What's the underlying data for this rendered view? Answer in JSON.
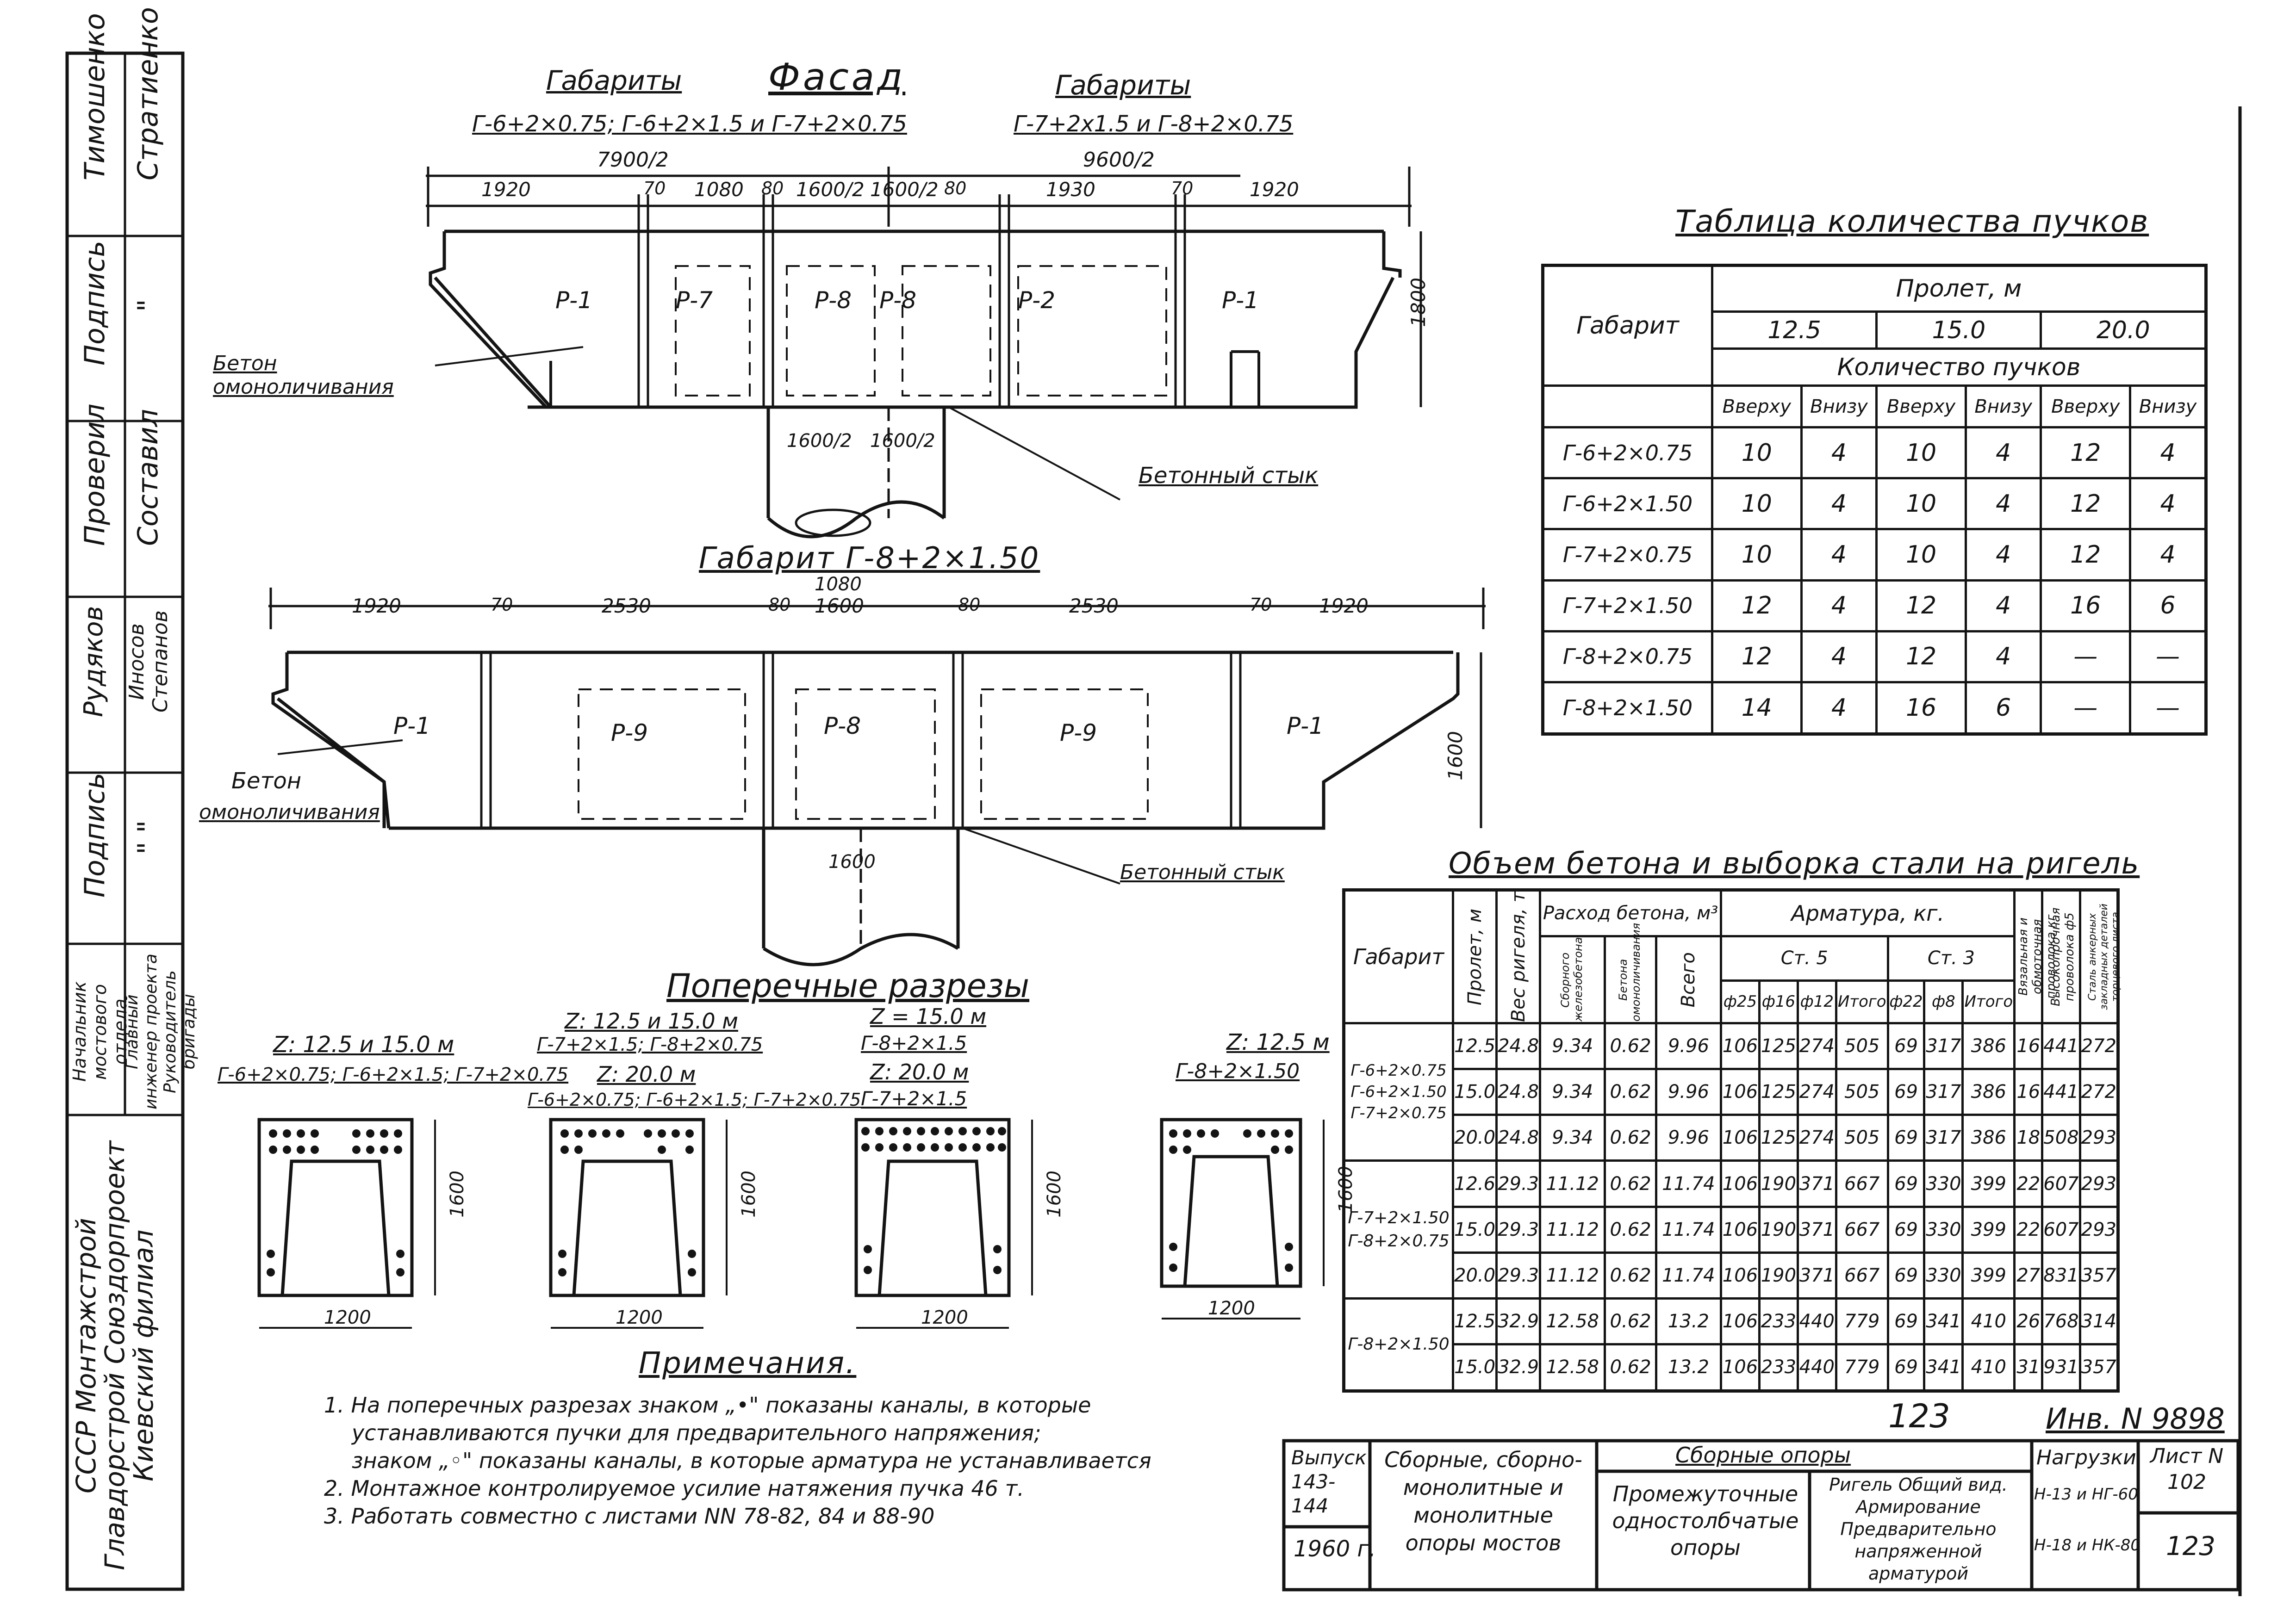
{
  "side_stamp": {
    "columns": [
      {
        "top": "Тимошенко",
        "bottom": "Стратиенко"
      },
      {
        "top": "Подпись",
        "bottom": "\""
      },
      {
        "top": "Проверил",
        "bottom": "Составил"
      },
      {
        "top": "Рудяков",
        "bottom": "Иносов Степанов"
      },
      {
        "top": "Подпись",
        "bottom": "\"  \""
      },
      {
        "top": "Начальник мостового отдела",
        "bottom": "Главный инженер проекта Руководитель бригады"
      },
      {
        "top": "СССР Монтажстрой Главдорстрой Союздорпроект Киевский филиал",
        "bottom": ""
      }
    ]
  },
  "facade": {
    "title": "Фасад",
    "gab_left_title": "Габариты",
    "gab_left": "Г-6+2×0.75; Г-6+2×1.5 и Г-7+2×0.75",
    "gab_right_title": "Габариты",
    "gab_right": "Г-7+2х1.5 и Г-8+2×0.75",
    "half_left": "7900/2",
    "half_right": "9600/2",
    "dims": [
      "1920",
      "70",
      "1080",
      "80",
      "1600/2",
      "1600/2",
      "80",
      "1930",
      "70",
      "1920"
    ],
    "height": "1800",
    "labels": [
      "Р-1",
      "Р-7",
      "Р-8",
      "Р-8",
      "Р-2",
      "Р-1"
    ],
    "col_dims": [
      "1600/2",
      "1600/2"
    ],
    "note_left": "Бетон омоноличивания",
    "note_right": "Бетонный стык"
  },
  "gabarit2": {
    "title": "Габарит Г-8+2×1.50",
    "total": "1080",
    "dims": [
      "1920",
      "70",
      "2530",
      "80",
      "1600",
      "80",
      "2530",
      "70",
      "1920"
    ],
    "height": "1600",
    "labels": [
      "Р-1",
      "Р-9",
      "Р-8",
      "Р-9",
      "Р-1"
    ],
    "col_dim": "1600",
    "note_left_1": "Бетон",
    "note_left_2": "омоноличивания",
    "note_right": "Бетонный стык"
  },
  "sections": {
    "title": "Поперечные разрезы",
    "items": [
      {
        "l1": "Z: 12.5 и 15.0 м",
        "l2": "Г-6+2×0.75; Г-6+2×1.5; Г-7+2×0.75",
        "l3": "",
        "l4": "",
        "h": "1600",
        "w": "1200"
      },
      {
        "l1": "Z: 12.5 и 15.0 м",
        "l2": "Г-7+2×1.5; Г-8+2×0.75",
        "l3": "Z: 20.0 м",
        "l4": "Г-6+2×0.75; Г-6+2×1.5; Г-7+2×0.75",
        "h": "1600",
        "w": "1200"
      },
      {
        "l1": "Z = 15.0 м",
        "l2": "Г-8+2×1.5",
        "l3": "Z: 20.0 м",
        "l4": "Г-7+2×1.5",
        "h": "1600",
        "w": "1200"
      },
      {
        "l1": "Z: 12.5 м",
        "l2": "Г-8+2×1.50",
        "l3": "",
        "l4": "",
        "h": "1600",
        "w": "1200"
      }
    ]
  },
  "bundles_table": {
    "title": "Таблица количества пучков",
    "h_gabarit": "Габарит",
    "h_span": "Пролет, м",
    "spans": [
      "12.5",
      "15.0",
      "20.0"
    ],
    "h_count": "Количество пучков",
    "sub": [
      "Вверху",
      "Внизу",
      "Вверху",
      "Внизу",
      "Вверху",
      "Внизу"
    ],
    "rows": [
      [
        "Г-6+2×0.75",
        "10",
        "4",
        "10",
        "4",
        "12",
        "4"
      ],
      [
        "Г-6+2×1.50",
        "10",
        "4",
        "10",
        "4",
        "12",
        "4"
      ],
      [
        "Г-7+2×0.75",
        "10",
        "4",
        "10",
        "4",
        "12",
        "4"
      ],
      [
        "Г-7+2×1.50",
        "12",
        "4",
        "12",
        "4",
        "16",
        "6"
      ],
      [
        "Г-8+2×0.75",
        "12",
        "4",
        "12",
        "4",
        "—",
        "—"
      ],
      [
        "Г-8+2×1.50",
        "14",
        "4",
        "16",
        "6",
        "—",
        "—"
      ]
    ]
  },
  "steel_table": {
    "title": "Объем бетона и выборка стали на ригель",
    "h_gabarit": "Габарит",
    "h_span": "Пролет, м",
    "h_weight": "Вес ригеля, т",
    "h_concrete": "Расход бетона, м³",
    "h_conc_sub": [
      "Сборного железобетона",
      "Бетона омоноличивания",
      "Всего"
    ],
    "h_arm": "Арматура, кг.",
    "h_st5": "Ст. 5",
    "h_st3": "Ст. 3",
    "h_st5_sub": [
      "ф25",
      "ф16",
      "ф12",
      "Итого"
    ],
    "h_st3_sub": [
      "ф22",
      "ф8",
      "Итого"
    ],
    "h_extra": [
      "Вязальная и обмоточная проволока кг",
      "Высокопрочная проволока ф5",
      "Сталь анкерных закладных деталей торцевого листа"
    ],
    "groups": [
      {
        "gab": [
          "Г-6+2×0.75",
          "Г-6+2×1.50",
          "Г-7+2×0.75"
        ],
        "rows": [
          [
            "12.5",
            "24.8",
            "9.34",
            "0.62",
            "9.96",
            "106",
            "125",
            "274",
            "505",
            "69",
            "317",
            "386",
            "16",
            "441",
            "272"
          ],
          [
            "15.0",
            "24.8",
            "9.34",
            "0.62",
            "9.96",
            "106",
            "125",
            "274",
            "505",
            "69",
            "317",
            "386",
            "16",
            "441",
            "272"
          ],
          [
            "20.0",
            "24.8",
            "9.34",
            "0.62",
            "9.96",
            "106",
            "125",
            "274",
            "505",
            "69",
            "317",
            "386",
            "18",
            "508",
            "293"
          ]
        ]
      },
      {
        "gab": [
          "Г-7+2×1.50",
          "Г-8+2×0.75"
        ],
        "rows": [
          [
            "12.6",
            "29.3",
            "11.12",
            "0.62",
            "11.74",
            "106",
            "190",
            "371",
            "667",
            "69",
            "330",
            "399",
            "22",
            "607",
            "293"
          ],
          [
            "15.0",
            "29.3",
            "11.12",
            "0.62",
            "11.74",
            "106",
            "190",
            "371",
            "667",
            "69",
            "330",
            "399",
            "22",
            "607",
            "293"
          ],
          [
            "20.0",
            "29.3",
            "11.12",
            "0.62",
            "11.74",
            "106",
            "190",
            "371",
            "667",
            "69",
            "330",
            "399",
            "27",
            "831",
            "357"
          ]
        ]
      },
      {
        "gab": [
          "Г-8+2×1.50"
        ],
        "rows": [
          [
            "12.5",
            "32.9",
            "12.58",
            "0.62",
            "13.2",
            "106",
            "233",
            "440",
            "779",
            "69",
            "341",
            "410",
            "26",
            "768",
            "314"
          ],
          [
            "15.0",
            "32.9",
            "12.58",
            "0.62",
            "13.2",
            "106",
            "233",
            "440",
            "779",
            "69",
            "341",
            "410",
            "31",
            "931",
            "357"
          ]
        ]
      }
    ]
  },
  "notes": {
    "title": "Примечания.",
    "items": [
      "1. На поперечных разрезах знаком „•\" показаны каналы, в которые",
      "устанавливаются пучки для предварительного напряжения;",
      "знаком „◦\" показаны каналы, в которые арматура не устанавливается",
      "2. Монтажное контролируемое усилие натяжения пучка 46 т.",
      "3. Работать совместно с листами NN 78-82, 84 и 88-90"
    ]
  },
  "stamp": {
    "sheet_no_top": "123",
    "inv": "Инв. N 9898",
    "vypusk": "Выпуск 143-144",
    "year": "1960 г.",
    "series": "Сборные, сборно-монолитные и монолитные опоры мостов",
    "group": "Сборные опоры",
    "type": "Промежуточные одностолбчатые опоры",
    "name": "Ригель Общий вид. Армирование Предварительно напряженной арматурой",
    "load_title": "Нагрузки",
    "loads": [
      "Н-13 и НГ-60",
      "Н-18 и НК-80"
    ],
    "sheet_label": "Лист N 102",
    "sheet": "123"
  }
}
